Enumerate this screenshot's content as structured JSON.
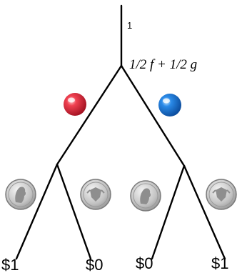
{
  "root_label": "1",
  "mixture_label": "1/2 f + 1/2 g",
  "colors": {
    "line": "#000000",
    "red_ball": "#e02030",
    "blue_ball": "#1a78d8",
    "coin": "#c8c8c8"
  },
  "branches": [
    {
      "ball": "red-ball-icon"
    },
    {
      "ball": "blue-ball-icon"
    }
  ],
  "coins": [
    {
      "icon": "quarter-heads-icon"
    },
    {
      "icon": "quarter-tails-icon"
    },
    {
      "icon": "quarter-heads-icon"
    },
    {
      "icon": "quarter-tails-icon"
    }
  ],
  "payoffs": [
    "$1",
    "$0",
    "$0",
    "$1"
  ]
}
